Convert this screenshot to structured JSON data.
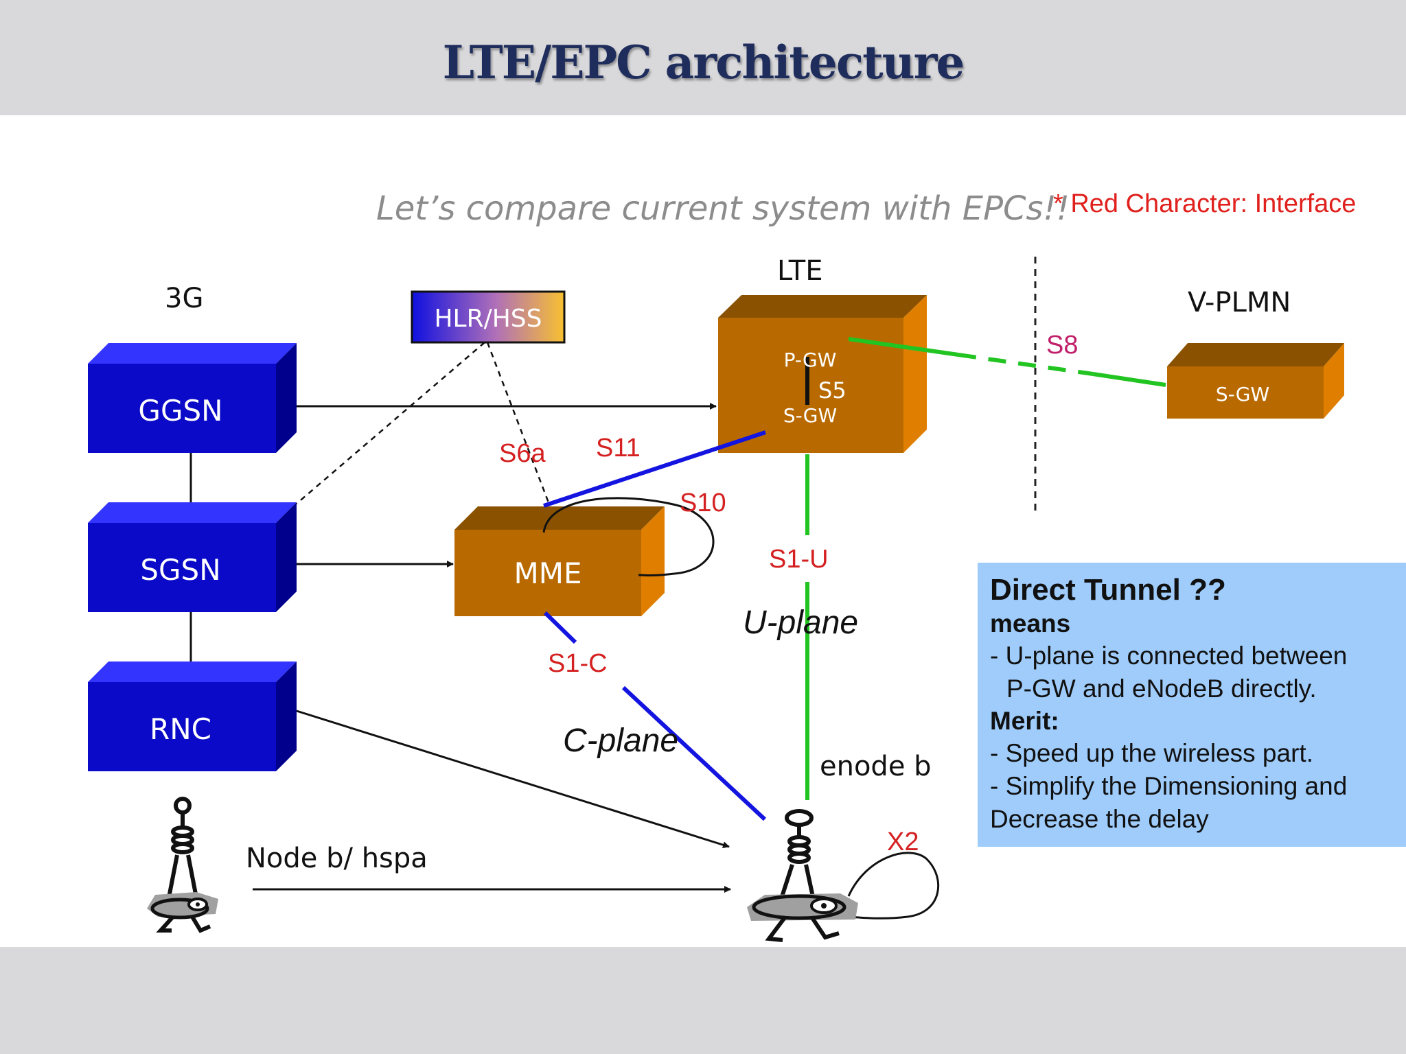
{
  "title": "LTE/EPC architecture",
  "subtitle": "Let’s compare current system with EPCs!!",
  "note": "* Red Character: Interface",
  "sections": {
    "g3": "3G",
    "lte": "LTE",
    "vplmn": "V-PLMN"
  },
  "nodes": {
    "hlr": "HLR/HSS",
    "ggsn": "GGSN",
    "sgsn": "SGSN",
    "rnc": "RNC",
    "mme": "MME",
    "pgw": "P-GW",
    "sgw": "S-GW",
    "vsgw": "S-GW",
    "nodeb": "Node b/ hspa",
    "enodeb": "enode b"
  },
  "interfaces": {
    "s5": "S5",
    "s8": "S8",
    "s6a": "S6a",
    "s11": "S11",
    "s10": "S10",
    "s1u": "S1-U",
    "s1c": "S1-C",
    "x2": "X2"
  },
  "planes": {
    "u": "U-plane",
    "c": "C-plane"
  },
  "tunnel": {
    "heading": "Direct Tunnel ??",
    "means": "means",
    "line1": "- U-plane is connected between",
    "line2": "P-GW and eNodeB directly.",
    "merit": "Merit:",
    "line3": "- Speed up the wireless part.",
    "line4": "- Simplify the Dimensioning and",
    "line5": "Decrease the delay"
  },
  "colors": {
    "box_blue": "#0a0ac8",
    "box_orange": "#b86a00",
    "interface_red": "#d42020",
    "s8_magenta": "#c0206a",
    "line_green": "#22c422",
    "line_blue": "#1414e0",
    "tunnel_bg": "#9fccfb"
  }
}
